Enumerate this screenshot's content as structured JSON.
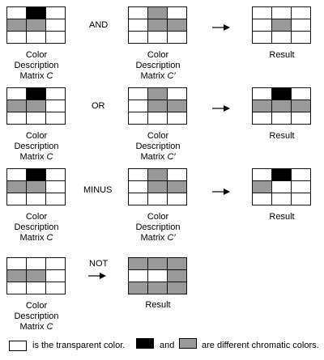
{
  "rows": [
    {
      "id": "and",
      "operator": "AND",
      "left": {
        "cells": [
          "w",
          "k",
          "w",
          "g",
          "g",
          "w",
          "w",
          "w",
          "w"
        ],
        "caption": [
          "Color",
          "Description"
        ],
        "matrix_label": "Matrix",
        "matrix_symbol": "C"
      },
      "right": {
        "cells": [
          "w",
          "g",
          "w",
          "w",
          "g",
          "g",
          "w",
          "w",
          "w"
        ],
        "caption": [
          "Color",
          "Description"
        ],
        "matrix_label": "Matrix",
        "matrix_symbol": "C′"
      },
      "result": {
        "cells": [
          "w",
          "w",
          "w",
          "w",
          "g",
          "w",
          "w",
          "w",
          "w"
        ],
        "caption": "Result"
      }
    },
    {
      "id": "or",
      "operator": "OR",
      "left": {
        "cells": [
          "w",
          "k",
          "w",
          "g",
          "g",
          "w",
          "w",
          "w",
          "w"
        ],
        "caption": [
          "Color",
          "Description"
        ],
        "matrix_label": "Matrix",
        "matrix_symbol": "C"
      },
      "right": {
        "cells": [
          "w",
          "g",
          "w",
          "w",
          "g",
          "g",
          "w",
          "w",
          "w"
        ],
        "caption": [
          "Color",
          "Description"
        ],
        "matrix_label": "Matrix",
        "matrix_symbol": "C′"
      },
      "result": {
        "cells": [
          "w",
          "k",
          "w",
          "g",
          "g",
          "g",
          "w",
          "w",
          "w"
        ],
        "caption": "Result"
      }
    },
    {
      "id": "minus",
      "operator": "MINUS",
      "left": {
        "cells": [
          "w",
          "k",
          "w",
          "g",
          "g",
          "w",
          "w",
          "w",
          "w"
        ],
        "caption": [
          "Color",
          "Description"
        ],
        "matrix_label": "Matrix",
        "matrix_symbol": "C"
      },
      "right": {
        "cells": [
          "w",
          "g",
          "w",
          "w",
          "g",
          "g",
          "w",
          "w",
          "w"
        ],
        "caption": [
          "Color",
          "Description"
        ],
        "matrix_label": "Matrix",
        "matrix_symbol": "C′"
      },
      "result": {
        "cells": [
          "w",
          "k",
          "w",
          "g",
          "w",
          "w",
          "w",
          "w",
          "w"
        ],
        "caption": "Result"
      }
    },
    {
      "id": "not",
      "operator": "NOT",
      "left": {
        "cells": [
          "w",
          "w",
          "w",
          "g",
          "g",
          "w",
          "w",
          "w",
          "w"
        ],
        "caption": [
          "Color",
          "Description"
        ],
        "matrix_label": "Matrix",
        "matrix_symbol": "C"
      },
      "result": {
        "cells": [
          "g",
          "g",
          "g",
          "w",
          "w",
          "g",
          "g",
          "g",
          "g"
        ],
        "caption": "Result"
      }
    }
  ],
  "legend": {
    "transparent_text": "is the transparent color.",
    "and_text": "and",
    "chromatic_text": "are different chromatic colors."
  },
  "colors": {
    "black": "#000000",
    "gray": "#9a9a9a",
    "white": "#ffffff"
  }
}
